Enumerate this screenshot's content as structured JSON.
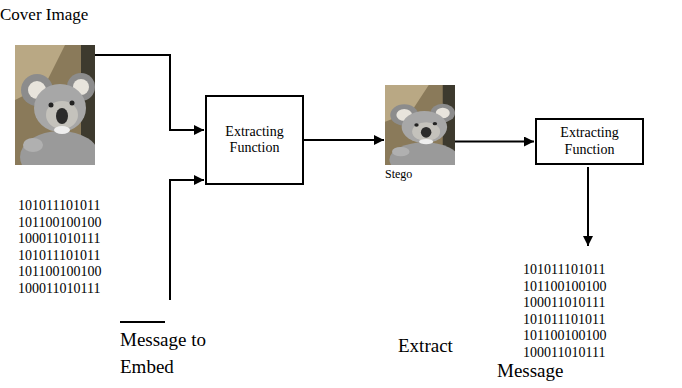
{
  "diagram": {
    "nodes": [
      {
        "text": [
          "Cover Image"
        ]
      },
      {
        "text": [
          "Extracting Function"
        ]
      },
      {
        "text": [
          "Stego"
        ]
      },
      {
        "text": [
          "Extracting Function"
        ]
      }
    ],
    "edges": [
      {
        "from": 0,
        "to": 1,
        "arrow": "to"
      },
      {
        "from": 1,
        "to": 2,
        "arrow": "to"
      },
      {
        "from": 2,
        "to": 3,
        "arrow": "to"
      }
    ],
    "labels": [
      "101011101011",
      "101100100100",
      "100011010111",
      "101011101011",
      "101100100100",
      "100011010111",
      "Message to Embed",
      "Extract",
      "101011101011",
      "101100100100",
      "100011010111",
      "101011101011",
      "101100100100",
      "100011010111",
      "Message"
    ]
  }
}
